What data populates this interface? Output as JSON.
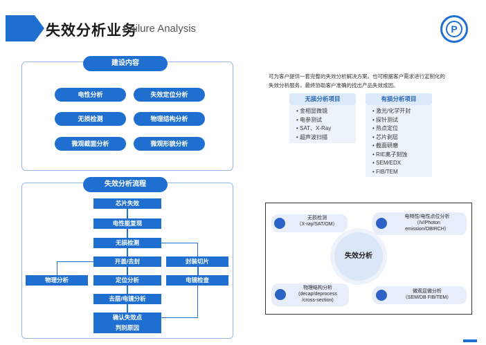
{
  "header": {
    "title_cn": "失效分析业务",
    "title_en": "Failure Analysis",
    "logo_glyph": "P"
  },
  "construction": {
    "title": "建设内容",
    "items": [
      "电性分析",
      "失效定位分析",
      "无损检测",
      "物理结构分析",
      "微观截面分析",
      "微观形貌分析"
    ]
  },
  "flow": {
    "title": "失效分析流程",
    "steps": {
      "chip_fail": "芯片失效",
      "reproduce": "电性能复现",
      "nondestructive": "无损检测",
      "open_seal": "开盖/去封",
      "sealed_slice": "封装切片",
      "physical": "物理分析",
      "locate": "定位分析",
      "elec_check": "电镜检查",
      "delayer": "去层/电镜分析",
      "confirm_line1": "确认失效点",
      "confirm_line2": "判别原因"
    }
  },
  "right": {
    "description_line1": "可为客户提供一套完整的失效分析解决方案。也可根据客户需求进行定制化的",
    "description_line2": "失效分析服务，最终协助客户准确的找出产品失效成因。",
    "nondestructive": {
      "label": "无损分析项目",
      "items": [
        "金相显微镜",
        "电参测试",
        "SAT、X-Ray",
        "超声波扫描"
      ]
    },
    "destructive": {
      "label": "有损分析项目",
      "items": [
        "激光/化学开封",
        "探针测试",
        "热点定位",
        "芯片剥层",
        "截面研磨",
        "RIE离子刻蚀",
        "SEM/EDX",
        "FIB/TEM"
      ]
    }
  },
  "diagram": {
    "center": "失效分析",
    "nodes": [
      {
        "line1": "无损检测",
        "line2": "（X-ray/SAT/OM）",
        "line3": ""
      },
      {
        "line1": "电特性/电性点位分析",
        "line2": "（IV/Photon",
        "line3": "emission/OBIRCH）"
      },
      {
        "line1": "物理结构分析",
        "line2": "(decap/deprocess",
        "line3": "/cross-section)"
      },
      {
        "line1": "微观显微分析",
        "line2": "（SEM/DB FIB/TEM）",
        "line3": ""
      }
    ]
  },
  "colors": {
    "accent": "#1f6fd1",
    "light": "#dce9f8"
  },
  "icons": {
    "bullet": "•"
  }
}
